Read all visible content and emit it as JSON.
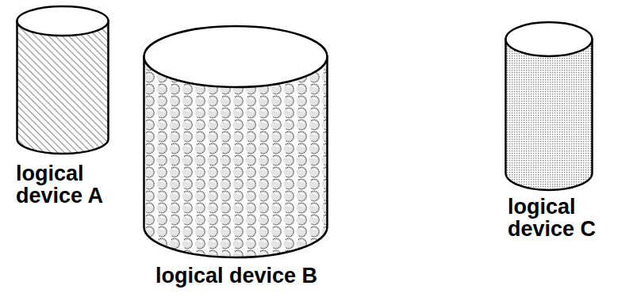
{
  "diagram": {
    "nodes": [
      {
        "text": [
          "logical device A"
        ]
      },
      {
        "text": [
          "logical device B"
        ]
      },
      {
        "text": [
          "logical device C"
        ]
      }
    ]
  }
}
